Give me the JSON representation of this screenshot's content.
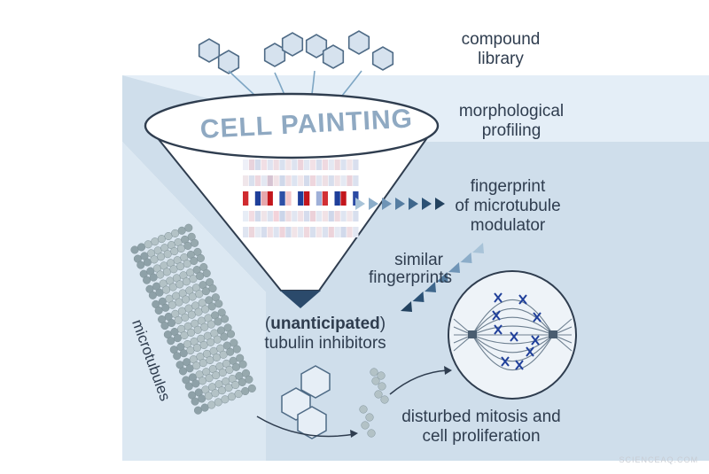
{
  "labels": {
    "compound_library_1": "compound",
    "compound_library_2": "library",
    "morphological_1": "morphological",
    "morphological_2": "profiling",
    "cell_painting": "CELL PAINTING",
    "fingerprint_1": "fingerprint",
    "fingerprint_2": "of microtubule",
    "fingerprint_3": "modulator",
    "similar_1": "similar",
    "similar_2": "fingerprints",
    "paren_open": "(",
    "unanticipated": "unanticipated",
    "paren_close": ")",
    "tubulin": "tubulin inhibitors",
    "microtubules": "microtubules",
    "mitosis_1": "disturbed mitosis and",
    "mitosis_2": "cell proliferation"
  },
  "watermark": "SCIENCEAQ.COM",
  "colors": {
    "band_light": "#e4eef7",
    "band_mid": "#cfdeeb",
    "band_dark": "#b9cee0",
    "funnel_fill": "#ffffff",
    "funnel_stroke": "#2f3d4f",
    "accent_blue": "#1f3f9a",
    "accent_red": "#c3161c",
    "arrow_dark": "#2b4a6b",
    "arrow_light": "#7ea6c4",
    "bead": "#a9b8bd"
  },
  "heatmap": {
    "rows": [
      [
        "#eef0f8",
        "#e8d3dc",
        "#d4dbeb",
        "#f1dfe5",
        "#dfe4f1",
        "#eedde3",
        "#d9e1ef",
        "#f0e4e8",
        "#dde3f0",
        "#ecd4dc",
        "#e2e7f2",
        "#f2e1e6",
        "#d6ddec",
        "#efd9e0",
        "#e4e8f2",
        "#ecd8de",
        "#dbe2f0",
        "#f0e5e9",
        "#d9dfee"
      ],
      [
        "#f0e6ea",
        "#d9e0ee",
        "#eed7de",
        "#e3e8f2",
        "#d6c3d2",
        "#f1e3e7",
        "#cfd8ea",
        "#efdfe4",
        "#dde4f1",
        "#f2e7eb",
        "#d3dbec",
        "#eed6dd",
        "#e1e6f1",
        "#eedfe4",
        "#d7deed",
        "#f0e2e6",
        "#e4e9f3",
        "#ead2da",
        "#dbe1ef"
      ],
      [
        "#d02a2f",
        "#ffffff",
        "#1f3f9a",
        "#e7a8ad",
        "#c3161c",
        "#ffffff",
        "#2d4fa6",
        "#f3c7ca",
        "#ffffff",
        "#1f3f9a",
        "#c3161c",
        "#ffffff",
        "#9fb0d8",
        "#d23035",
        "#ffffff",
        "#1f3f9a",
        "#c3161c",
        "#ffffff",
        "#2b4aa3"
      ],
      [
        "#e7edf6",
        "#f2dce2",
        "#d2daeb",
        "#efe4e8",
        "#dbe2ef",
        "#f3d3da",
        "#cbd5e9",
        "#eedde2",
        "#e1e6f1",
        "#f0e1e6",
        "#d5dced",
        "#ecd1d9",
        "#e3e8f2",
        "#f1e2e6",
        "#cfd7ea",
        "#eed9df",
        "#dfe5f1",
        "#f1e6ea",
        "#d8dfee"
      ],
      [
        "#dfe5f1",
        "#ecd6dc",
        "#e6eaf3",
        "#d6dded",
        "#f0dfe4",
        "#dde3f0",
        "#eed4db",
        "#d3dbec",
        "#f1e4e8",
        "#e1e7f2",
        "#efd8de",
        "#d8dfee",
        "#f2e5e9",
        "#dbe1ef",
        "#ecd3da",
        "#e5e9f3",
        "#d1d9eb",
        "#efdde2",
        "#e2e7f2"
      ]
    ]
  }
}
